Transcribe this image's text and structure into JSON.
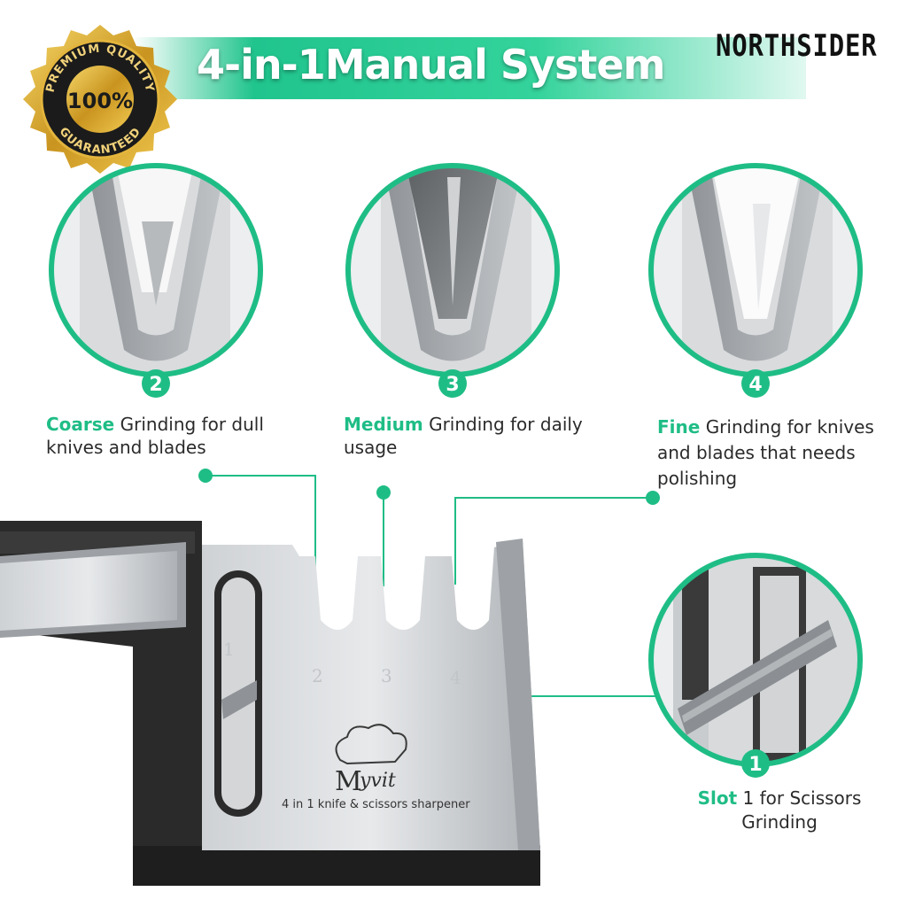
{
  "brand": "NORTHSIDER",
  "title": "4-in-1Manual System",
  "badge": {
    "top_text": "PREMIUM QUALITY",
    "center_text": "100%",
    "bottom_text": "GUARANTEED"
  },
  "details": [
    {
      "number": "2",
      "highlight": "Coarse",
      "text": "Grinding for dull knives and blades"
    },
    {
      "number": "3",
      "highlight": "Medium",
      "text": "Grinding for daily usage"
    },
    {
      "number": "4",
      "highlight": "Fine",
      "text": "Grinding for knives and blades that needs polishing"
    },
    {
      "number": "1",
      "highlight": "Slot",
      "text": "1 for Scissors Grinding"
    }
  ],
  "product": {
    "logo_text": "yvit",
    "logo_initial": "M",
    "label": "4 in 1 knife & scissors sharpener",
    "slot_numbers": [
      "1",
      "2",
      "3",
      "4"
    ]
  },
  "colors": {
    "accent": "#1fbd86",
    "metal": "#b9bcbf",
    "handle": "#2a2a2a"
  }
}
